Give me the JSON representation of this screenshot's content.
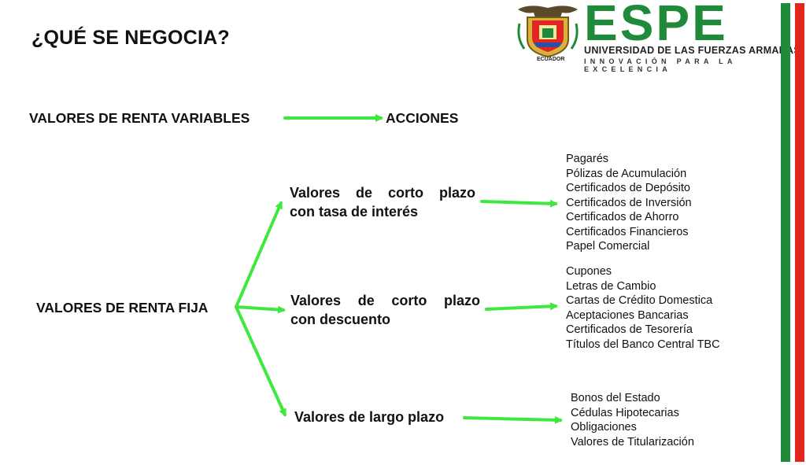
{
  "title": "¿QUÉ SE NEGOCIA?",
  "logo": {
    "name": "ESPE",
    "university": "UNIVERSIDAD DE LAS FUERZAS ARMADAS",
    "tagline": "INNOVACIÓN PARA LA EXCELENCIA",
    "seal_label": "ECUADOR",
    "colors": {
      "green": "#1f8a3a",
      "red": "#e0261f",
      "seal_gold": "#d9b23a"
    }
  },
  "stripe_colors": [
    "#1f8a3a",
    "#e0261f"
  ],
  "arrow_color": "#3ee83e",
  "variable": {
    "label": "VALORES DE RENTA VARIABLES",
    "target": "ACCIONES"
  },
  "fixed": {
    "label": "VALORES DE RENTA FIJA",
    "branches": [
      {
        "line1": "Valores de corto plazo",
        "line2": "con tasa de interés",
        "items": [
          "Pagarés",
          "Pólizas de Acumulación",
          "Certificados de Depósito",
          "Certificados de Inversión",
          "Certificados de Ahorro",
          "Certificados Financieros",
          "Papel Comercial"
        ]
      },
      {
        "line1": "Valores de corto plazo",
        "line2": "con descuento",
        "items": [
          "Cupones",
          "Letras de Cambio",
          "Cartas de Crédito Domestica",
          "Aceptaciones Bancarias",
          "Certificados de Tesorería",
          "Títulos del Banco Central TBC"
        ]
      },
      {
        "line1": "Valores de largo plazo",
        "items": [
          "Bonos del Estado",
          "Cédulas Hipotecarias",
          "Obligaciones",
          "Valores de Titularización"
        ]
      }
    ]
  }
}
